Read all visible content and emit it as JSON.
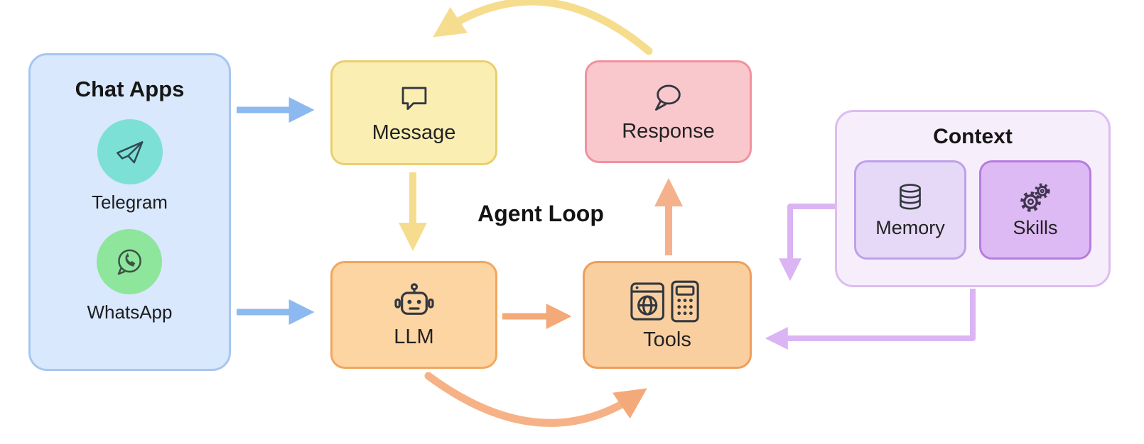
{
  "title": "Agent Loop",
  "chat_apps": {
    "title": "Chat Apps",
    "apps": [
      {
        "label": "Telegram",
        "icon": "telegram-paper-plane-icon",
        "circle_color": "#7DE0D6"
      },
      {
        "label": "WhatsApp",
        "icon": "whatsapp-icon",
        "circle_color": "#8DE69B"
      }
    ],
    "fill": "#D9E8FC",
    "border": "#A6C6F1"
  },
  "nodes": {
    "message": {
      "label": "Message",
      "icon": "square-speech-bubble-icon",
      "fill": "#FBEEB2",
      "border": "#E8CF6F"
    },
    "response": {
      "label": "Response",
      "icon": "round-speech-bubble-icon",
      "fill": "#F9C8CD",
      "border": "#F0929D"
    },
    "llm": {
      "label": "LLM",
      "icon": "robot-icon",
      "fill": "#FCD5A2",
      "border": "#F1A75F"
    },
    "tools": {
      "label": "Tools",
      "icon": "browser-and-calculator-icon",
      "fill": "#F9CF9F",
      "border": "#EE9F5C"
    }
  },
  "context": {
    "title": "Context",
    "memory": {
      "label": "Memory",
      "icon": "database-icon",
      "fill": "#E6D9F7",
      "border": "#BFA0E8"
    },
    "skills": {
      "label": "Skills",
      "icon": "gears-icon",
      "fill": "#DDBAF3",
      "border": "#B77BE1"
    },
    "fill": "#F7EEFC",
    "border": "#DDBDF1"
  },
  "arrow_colors": {
    "blue": "#8BB9F0",
    "yellow": "#F6DD8E",
    "orange": "#F4A978",
    "salmon": "#F5B18B",
    "purple": "#DBB4F3"
  }
}
